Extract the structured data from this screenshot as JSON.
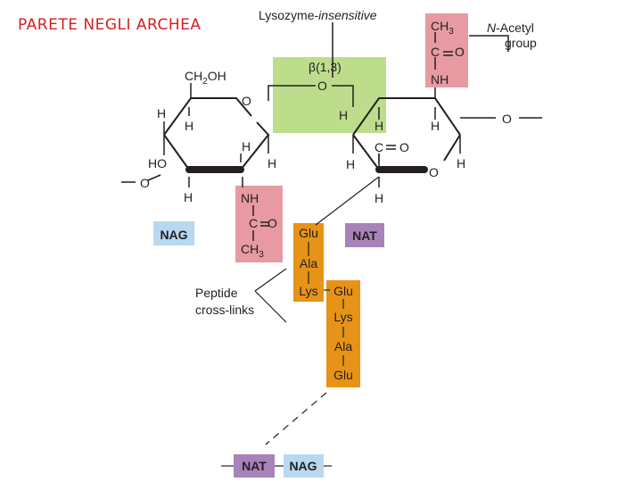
{
  "slide": {
    "title": "PARETE NEGLI ARCHEA"
  },
  "diagram": {
    "lysozyme_label": {
      "prefix": "Lysozyme-",
      "emph": "insensitive"
    },
    "n_acetyl_label": {
      "line1_emph": "N",
      "line1_rest": "-Acetyl",
      "line2": "group"
    },
    "linkage": {
      "beta": "β",
      "bond": "(1,3)",
      "oxygen": "O"
    },
    "atoms": {
      "ch2oh": {
        "main": "CH",
        "sub": "2",
        "tail": "OH"
      },
      "ring_o": "O",
      "h": "H",
      "ho": "HO",
      "o": "O",
      "nh": "NH",
      "c": "C",
      "ch3": {
        "main": "CH",
        "sub": "3"
      }
    },
    "labels": {
      "nag": "NAG",
      "nat": "NAT",
      "peptide_line1": "Peptide",
      "peptide_line2": "cross-links"
    },
    "peptide_chain_1": [
      "Glu",
      "Ala",
      "Lys"
    ],
    "peptide_chain_2": [
      "Glu",
      "Lys",
      "Ala",
      "Glu"
    ],
    "colors": {
      "title": "#d81e1e",
      "linkage_box": "#bedd8c",
      "nacetyl_box": "#e79aa2",
      "peptide_box": "#e69317",
      "nag_box": "#b7d8f0",
      "nat_box": "#a883b9"
    }
  }
}
